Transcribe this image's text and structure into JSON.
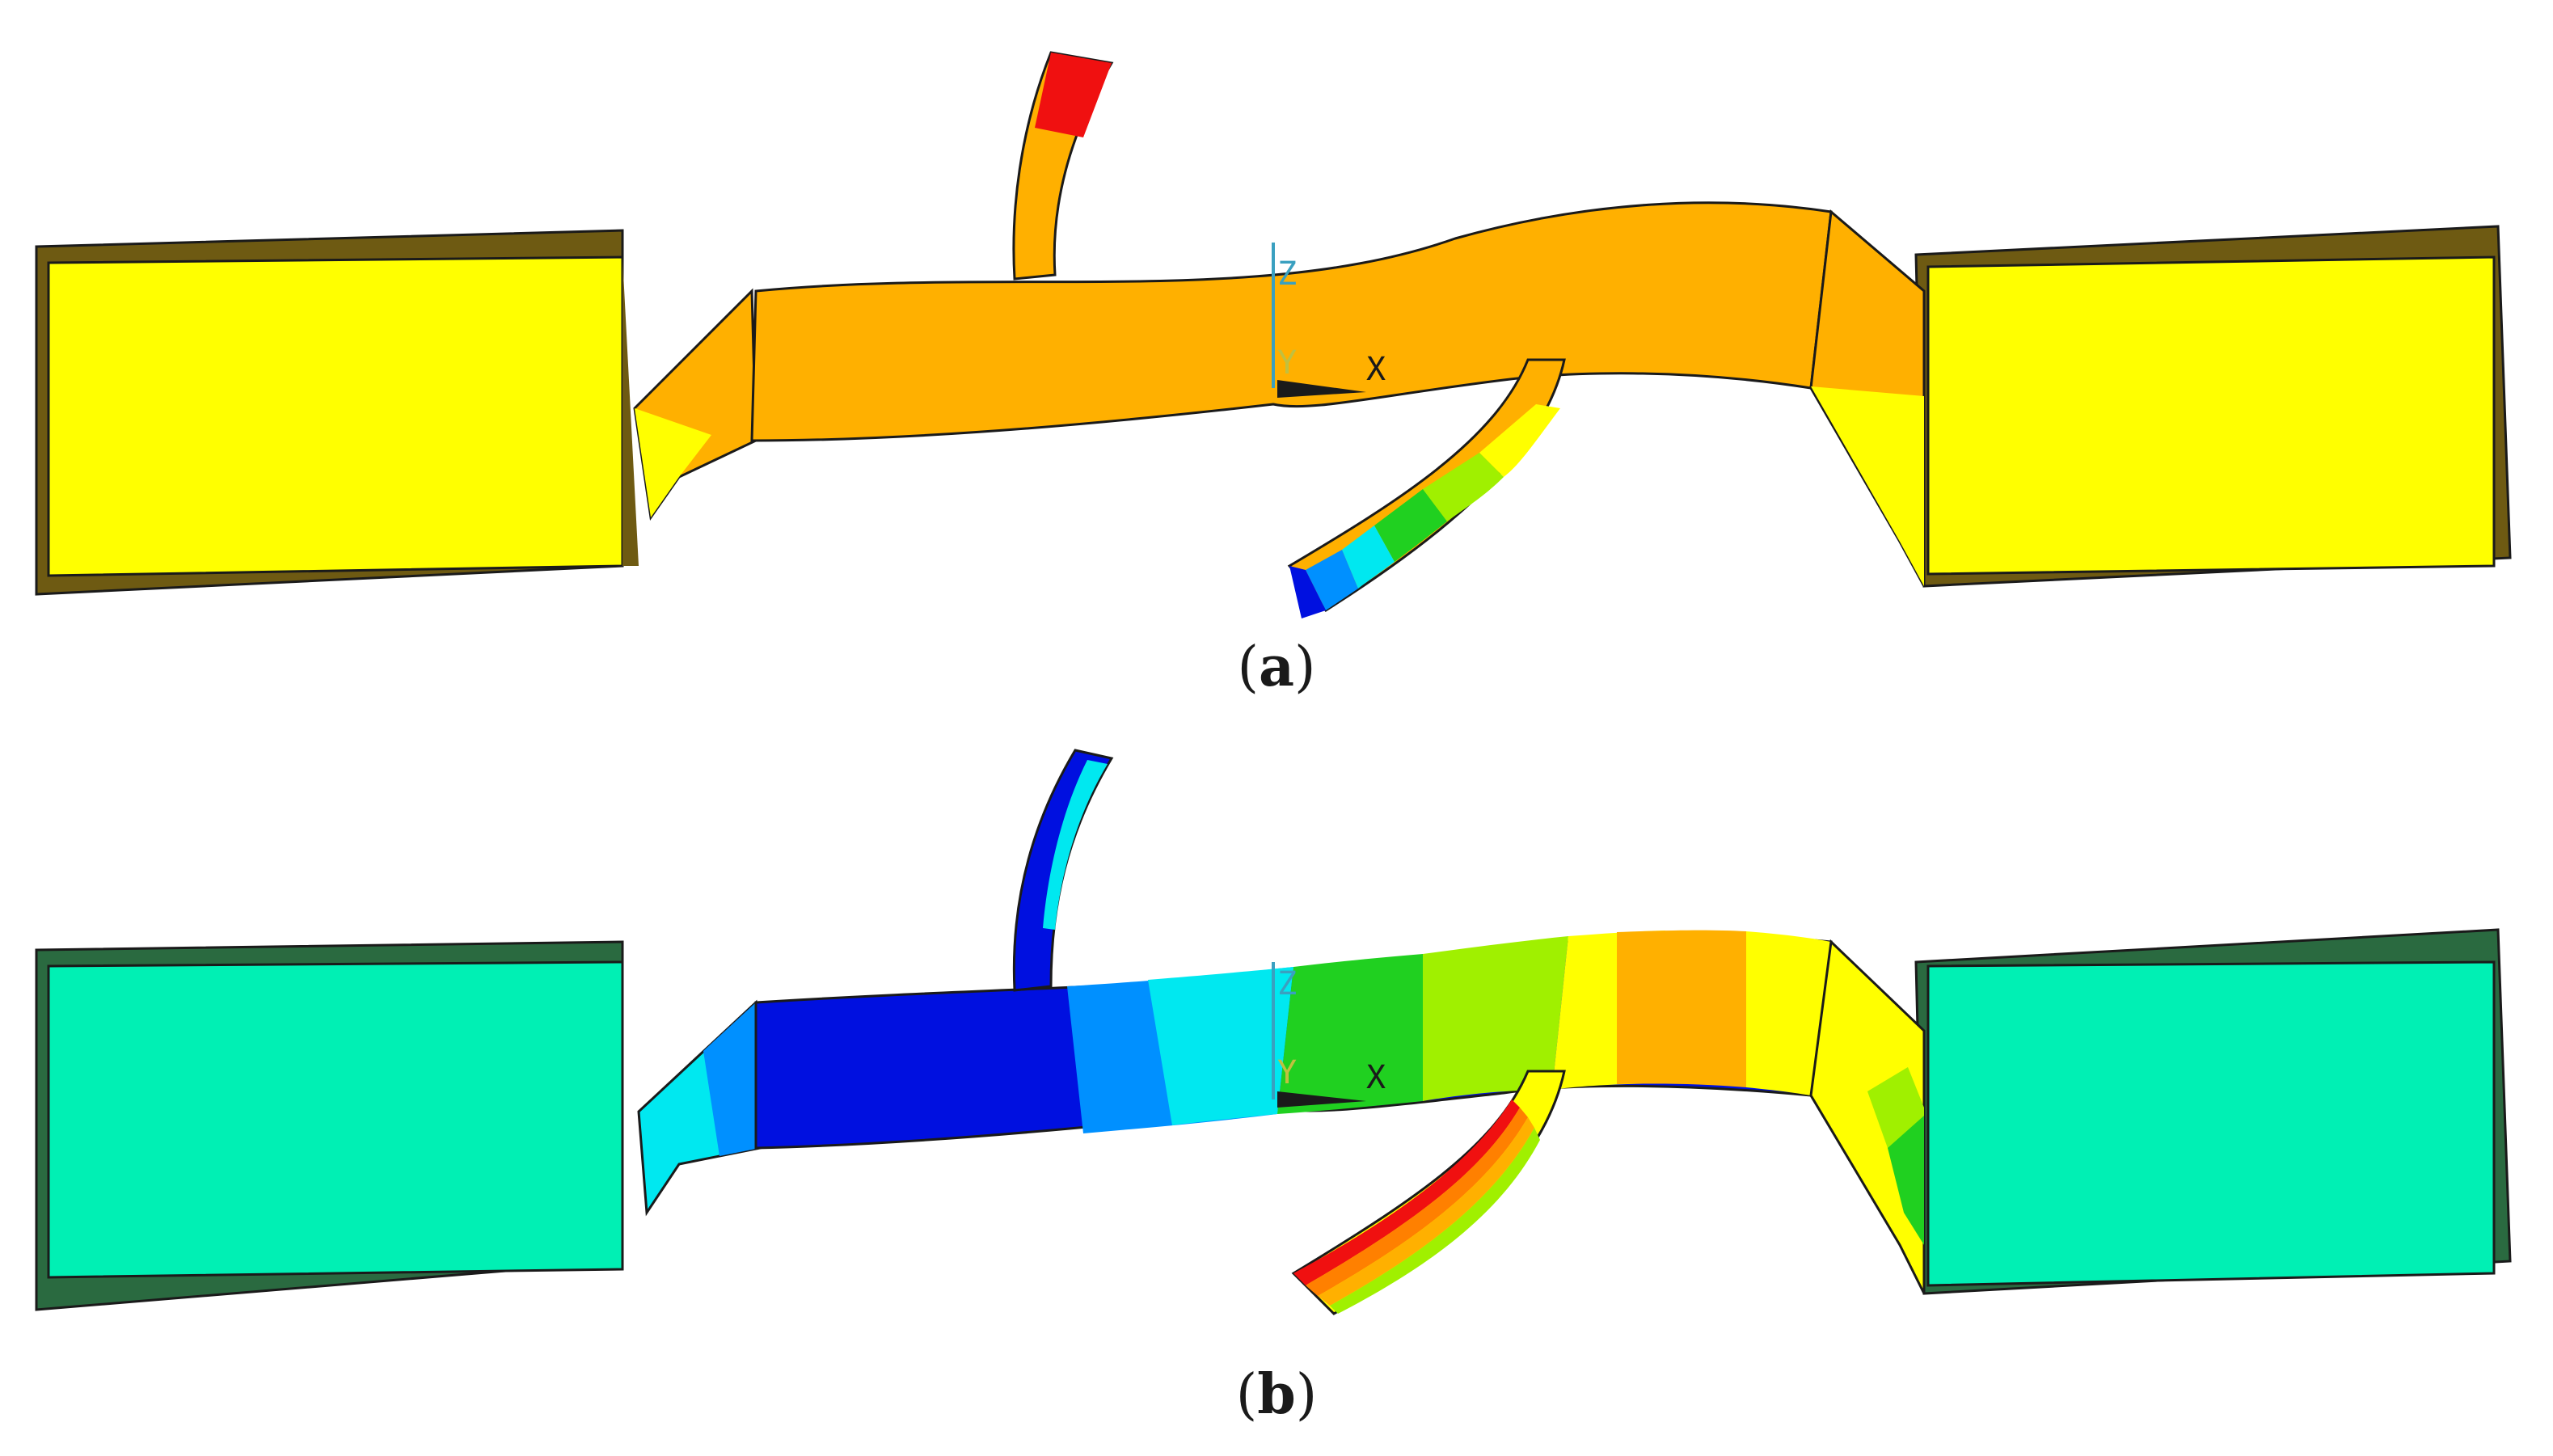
{
  "panels": [
    {
      "id": "a",
      "caption_open": "(",
      "caption_letter": "a",
      "caption_close": ")"
    },
    {
      "id": "b",
      "caption_open": "(",
      "caption_letter": "b",
      "caption_close": ")"
    }
  ],
  "triad": {
    "z_label": "Z",
    "y_label": "Y",
    "x_label": "X"
  },
  "colors": {
    "edge": "#1a1a1a",
    "a_block": "#ffff00",
    "a_block_shadow": "#6e5a12",
    "a_body": "#ffb000",
    "b_block": "#00f0b4",
    "b_block_shadow": "#2a6a40",
    "blue": "#0010e0",
    "cyan": "#00e8f0",
    "green": "#20d020",
    "lime": "#a0f000",
    "yellow": "#ffff00",
    "orange": "#ffb000",
    "red": "#f01010"
  }
}
